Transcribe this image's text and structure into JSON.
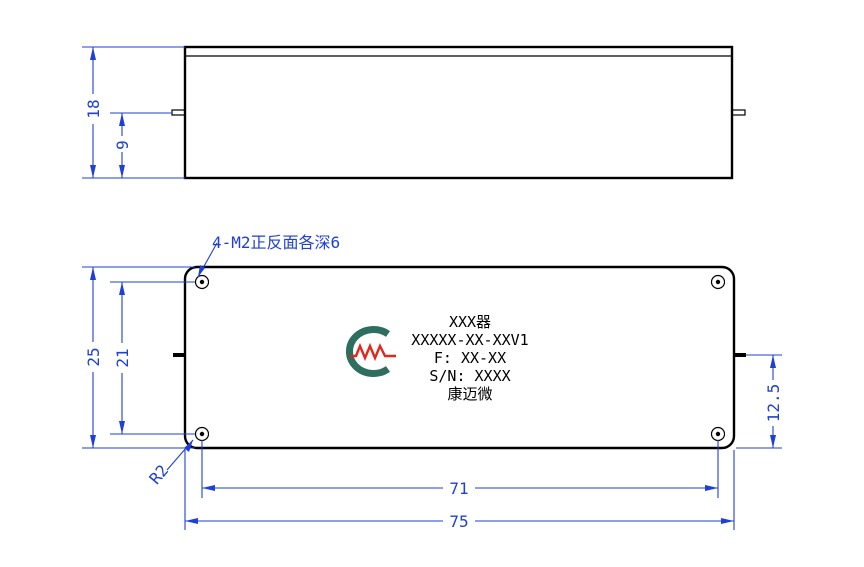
{
  "dimensions": {
    "side_height": "18",
    "side_pin_height": "9",
    "top_height": "25",
    "hole_spacing_v": "21",
    "pin_offset": "12.5",
    "hole_spacing_h": "71",
    "overall_length": "75",
    "corner_radius": "R2",
    "hole_note": "4-M2正反面各深6"
  },
  "label": {
    "line1": "XXX器",
    "line2": "XXXXX-XX-XXV1",
    "line3": "F: XX-XX",
    "line4": "S/N: XXXX",
    "line5": "康迈微"
  },
  "colors": {
    "dimension": "#1f3fd6",
    "logo_ring": "#2e6e5e",
    "logo_wave": "#e0281e"
  }
}
